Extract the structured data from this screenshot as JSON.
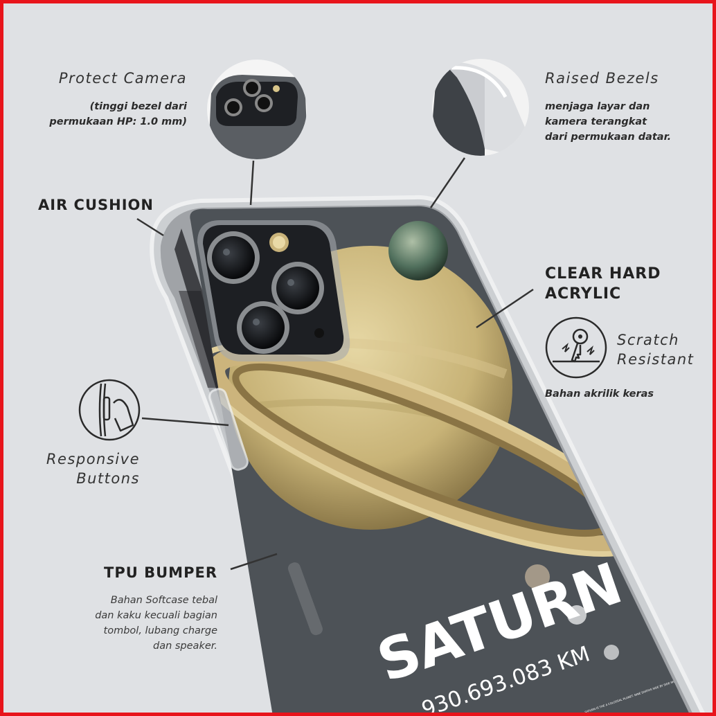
{
  "callouts": {
    "protect_camera": {
      "title": "Protect Camera",
      "desc1": "(tinggi bezel dari",
      "desc2": "permukaan HP: 1.0 mm)"
    },
    "raised_bezels": {
      "title": "Raised Bezels",
      "desc1": "menjaga layar dan",
      "desc2": "kamera terangkat",
      "desc3": "dari permukaan datar."
    },
    "air_cushion": {
      "title": "AIR CUSHION"
    },
    "clear_hard": {
      "title1": "CLEAR HARD",
      "title2": "ACRYLIC"
    },
    "scratch": {
      "title1": "Scratch",
      "title2": "Resistant",
      "desc": "Bahan akrilik keras",
      "icon": "scratch-key-icon"
    },
    "responsive": {
      "title1": "Responsive",
      "title2": "Buttons",
      "icon": "button-press-icon"
    },
    "tpu": {
      "title": "TPU BUMPER",
      "desc1": "Bahan Softcase tebal",
      "desc2": "dan kaku kecuali bagian",
      "desc3": "tombol, lubang charge",
      "desc4": "dan speaker."
    }
  },
  "phone": {
    "planet_name": "SATURN",
    "distance": "930.693.083 KM",
    "fine_text": "SATURN IS THE A COLOSSAL PLANET. NINE EARTHS SIDE BY SIDE WOULD ALMOST SPAN ITS EQUATORIAL DIAMETER. THAT SATURN'S"
  },
  "colors": {
    "border": "#e8141b",
    "background": "#dfe1e4",
    "case_back": "#4d5257",
    "saturn": "#c9b67a",
    "text_dark": "#2a2a2a"
  }
}
